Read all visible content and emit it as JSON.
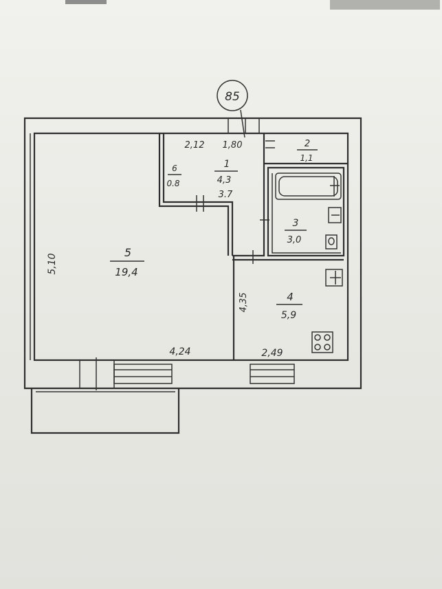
{
  "plan_number": "85",
  "rooms": [
    {
      "id": "1",
      "area": "4,3",
      "extra": "3.7"
    },
    {
      "id": "2",
      "area": "1,1"
    },
    {
      "id": "3",
      "area": "3,0"
    },
    {
      "id": "4",
      "area": "5,9"
    },
    {
      "id": "5",
      "area": "19,4"
    },
    {
      "id": "6",
      "area": "0.8"
    }
  ],
  "dimensions": {
    "left_wall": "5,10",
    "bottom_left": "4,24",
    "kitchen_left": "4,35",
    "kitchen_bottom": "2,49",
    "corridor_top_a": "2,12",
    "corridor_top_b": "1,80"
  }
}
